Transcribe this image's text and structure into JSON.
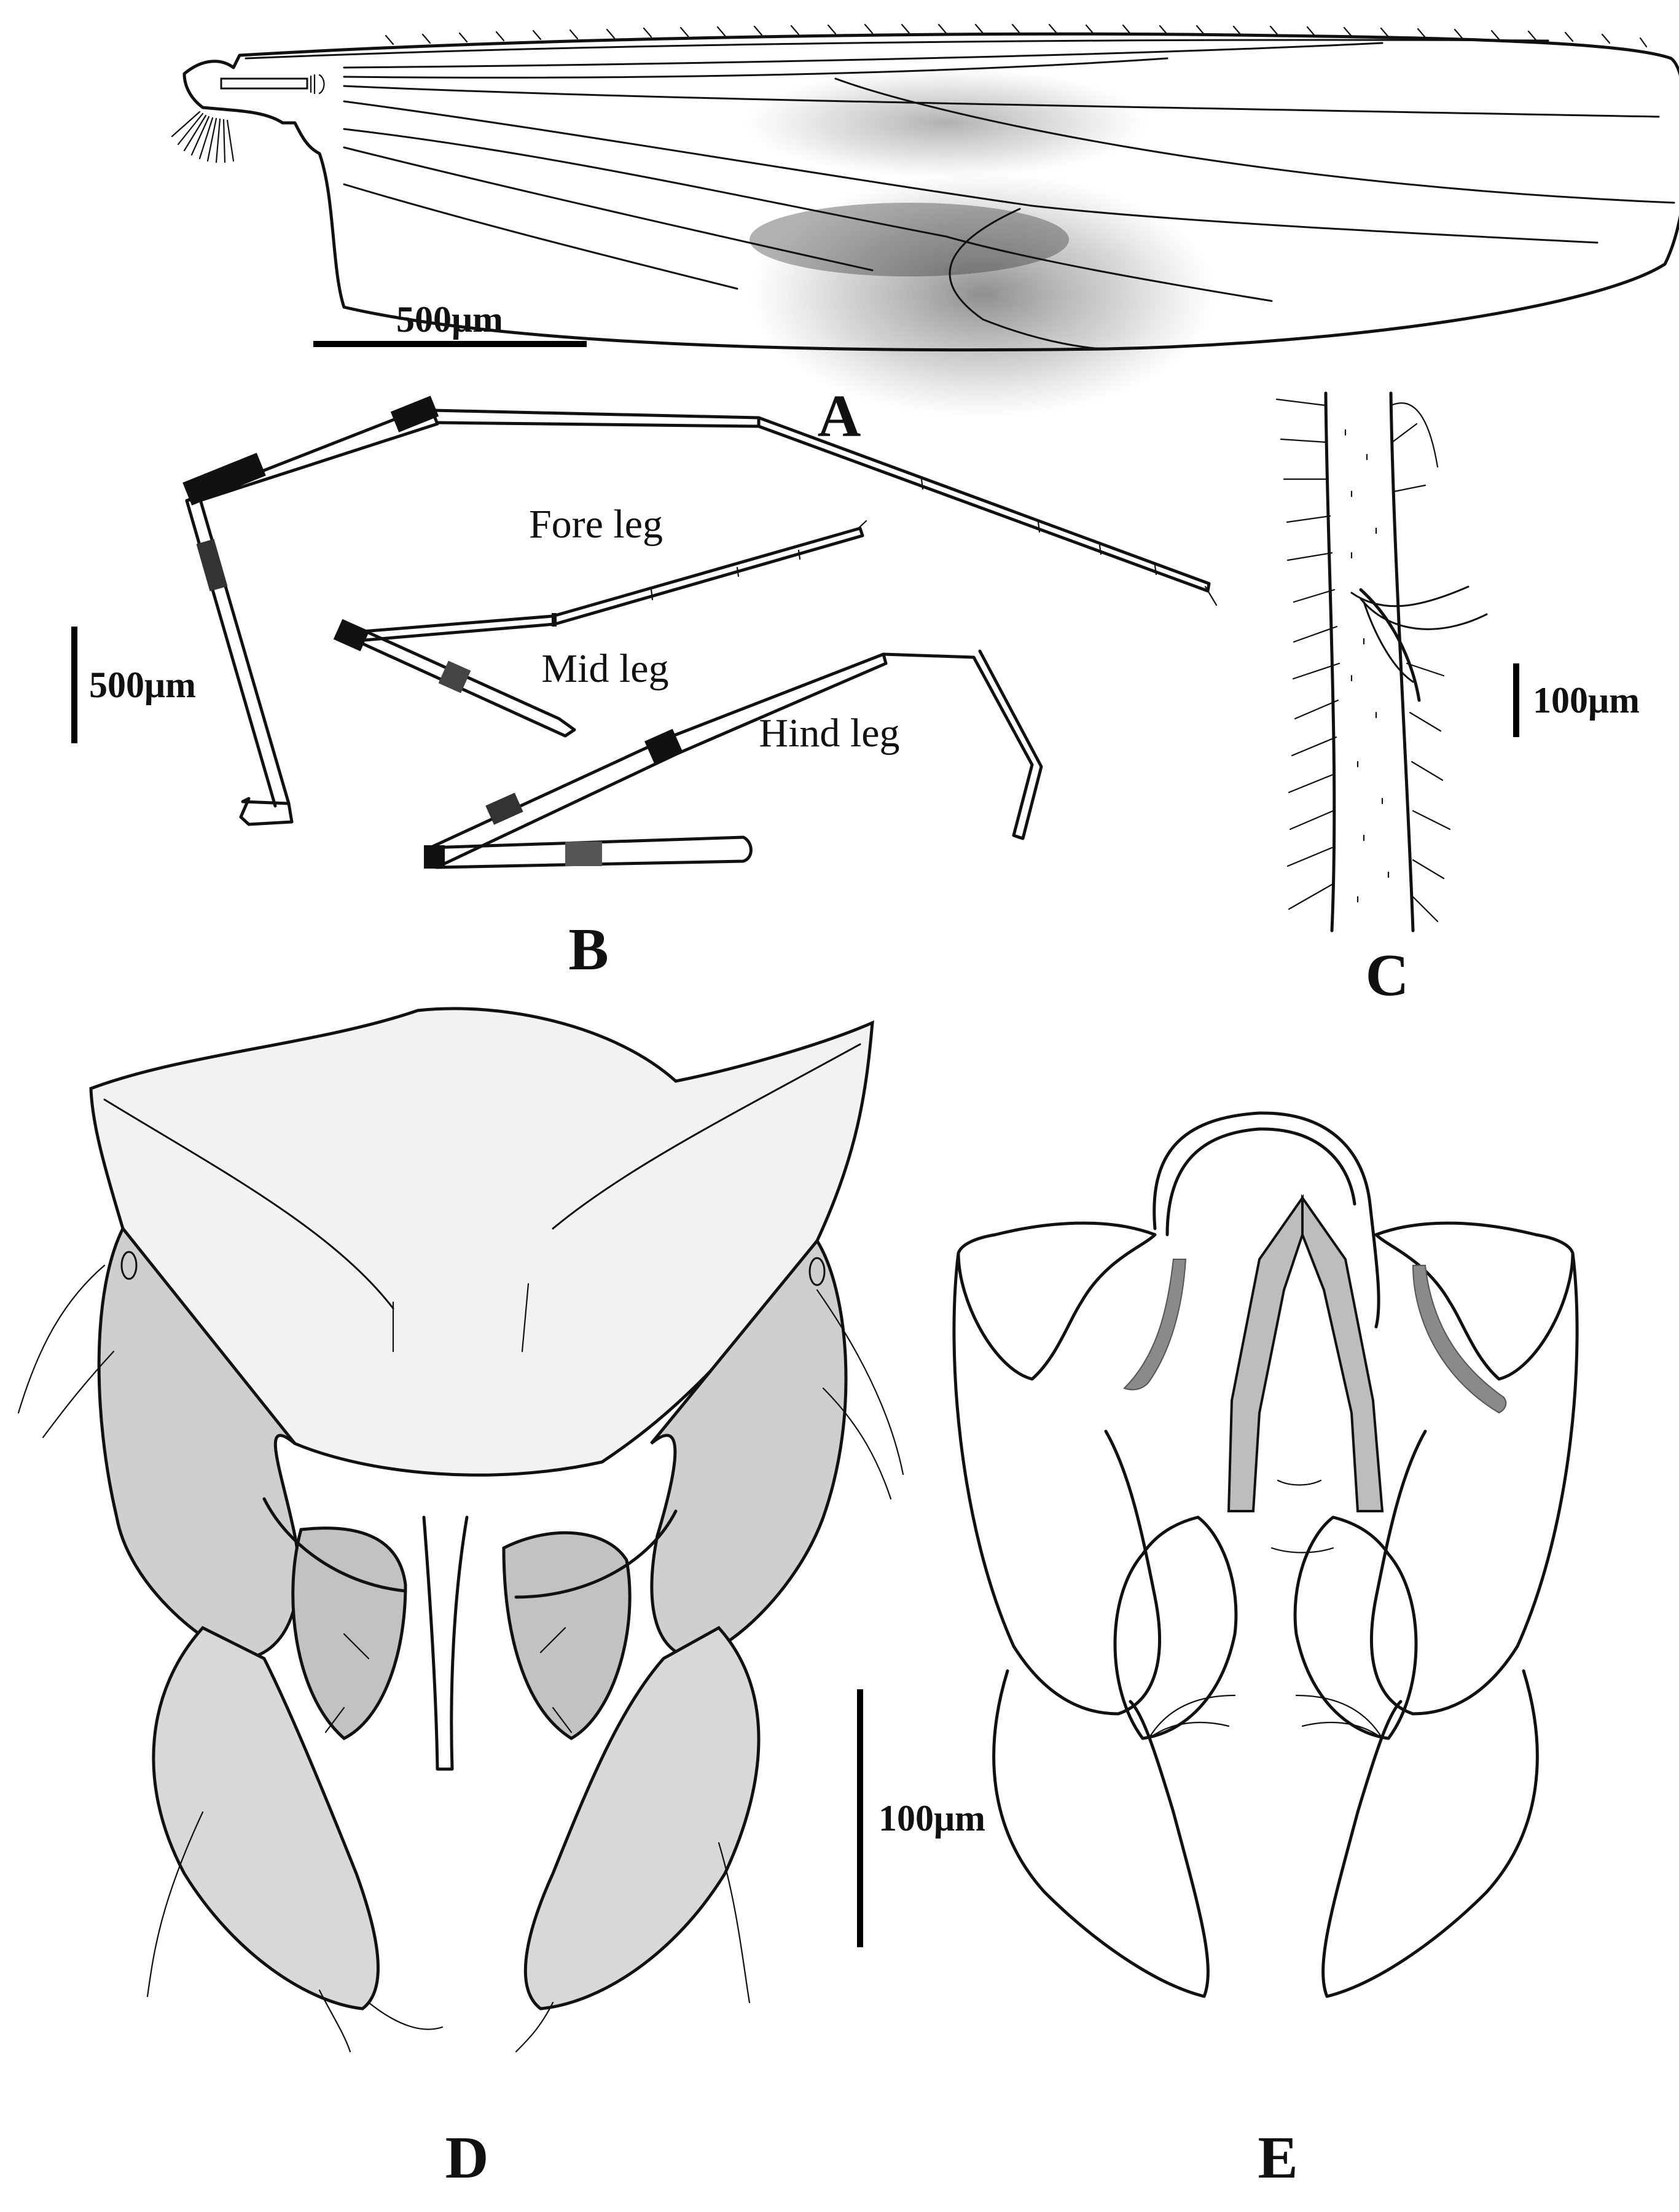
{
  "panels": {
    "a": {
      "letter": "A",
      "scale_label": "500μm"
    },
    "b": {
      "letter": "B",
      "scale_label": "500μm",
      "legs": {
        "fore": "Fore leg",
        "mid": "Mid leg",
        "hind": "Hind leg"
      }
    },
    "c": {
      "letter": "C",
      "scale_label": "100μm"
    },
    "d": {
      "letter": "D",
      "scale_label": "100μm"
    },
    "e": {
      "letter": "E"
    }
  },
  "colors": {
    "ink": "#111111",
    "background": "#ffffff",
    "gray_sclerite": "#8a8a8a"
  }
}
